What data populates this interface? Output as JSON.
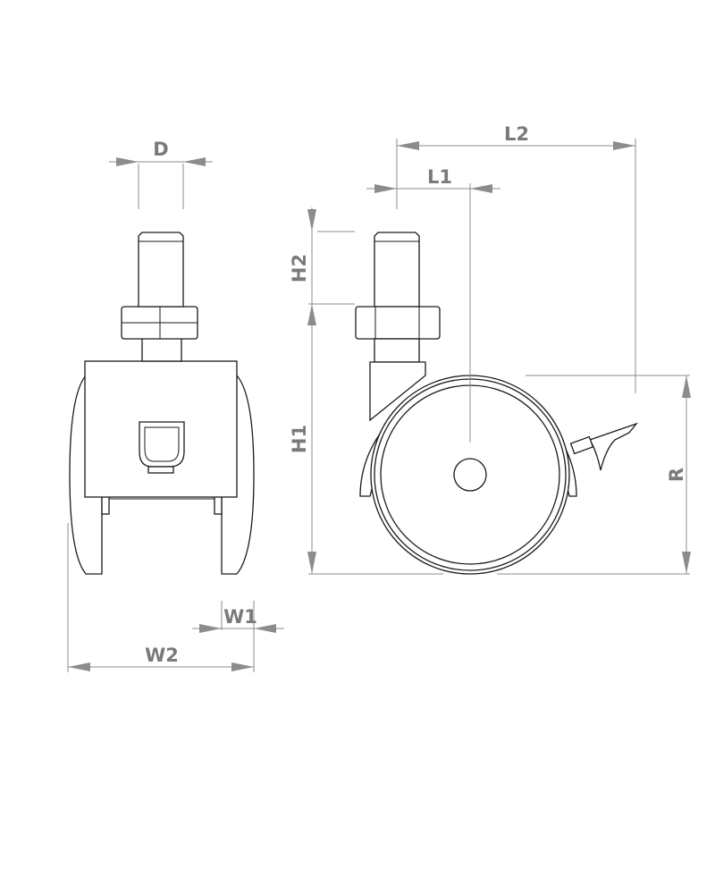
{
  "labels": {
    "D": "D",
    "L1": "L1",
    "L2": "L2",
    "H1": "H1",
    "H2": "H2",
    "R": "R",
    "W1": "W1",
    "W2": "W2"
  },
  "colors": {
    "line": "#1a1a1a",
    "dimension": "#8c8c8c",
    "label": "#7a7a7a",
    "background": "#ffffff"
  }
}
